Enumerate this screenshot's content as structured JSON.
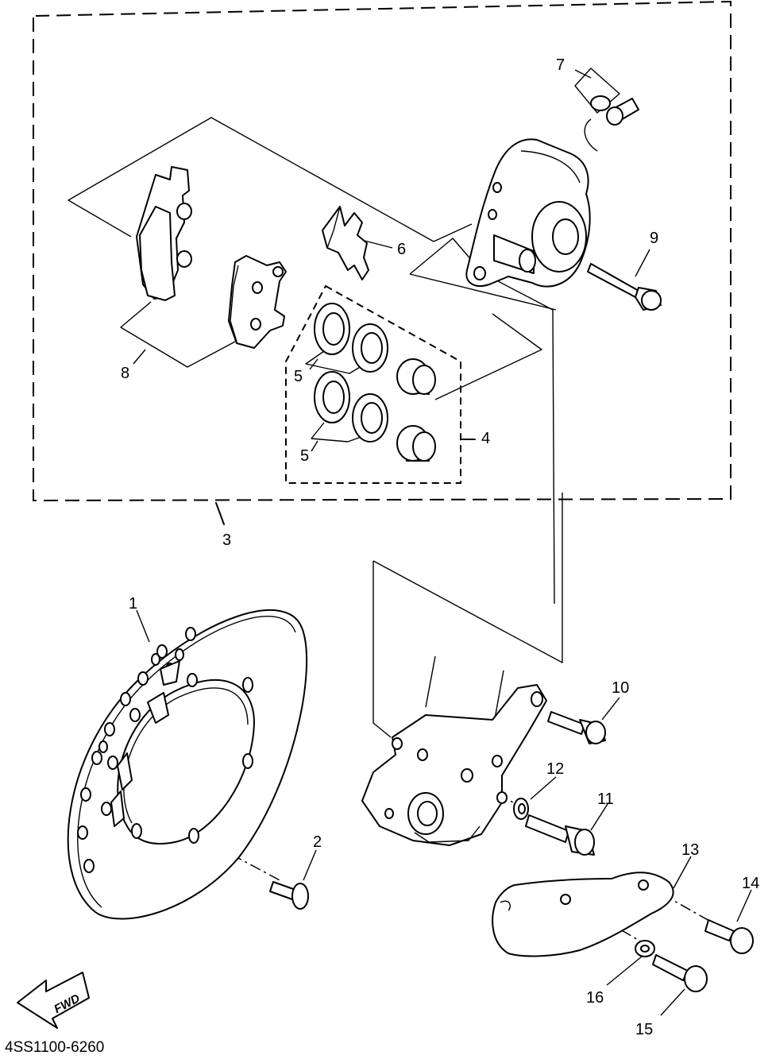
{
  "diagram": {
    "part_code": "4SS1100-6260",
    "direction_label": "FWD",
    "callouts": [
      {
        "id": "c1",
        "label": "1"
      },
      {
        "id": "c2",
        "label": "2"
      },
      {
        "id": "c3",
        "label": "3"
      },
      {
        "id": "c4",
        "label": "4"
      },
      {
        "id": "c5a",
        "label": "5"
      },
      {
        "id": "c5b",
        "label": "5"
      },
      {
        "id": "c6",
        "label": "6"
      },
      {
        "id": "c7",
        "label": "7"
      },
      {
        "id": "c8",
        "label": "8"
      },
      {
        "id": "c9",
        "label": "9"
      },
      {
        "id": "c10",
        "label": "10"
      },
      {
        "id": "c11",
        "label": "11"
      },
      {
        "id": "c12",
        "label": "12"
      },
      {
        "id": "c13",
        "label": "13"
      },
      {
        "id": "c14",
        "label": "14"
      },
      {
        "id": "c15",
        "label": "15"
      },
      {
        "id": "c16",
        "label": "16"
      }
    ]
  }
}
